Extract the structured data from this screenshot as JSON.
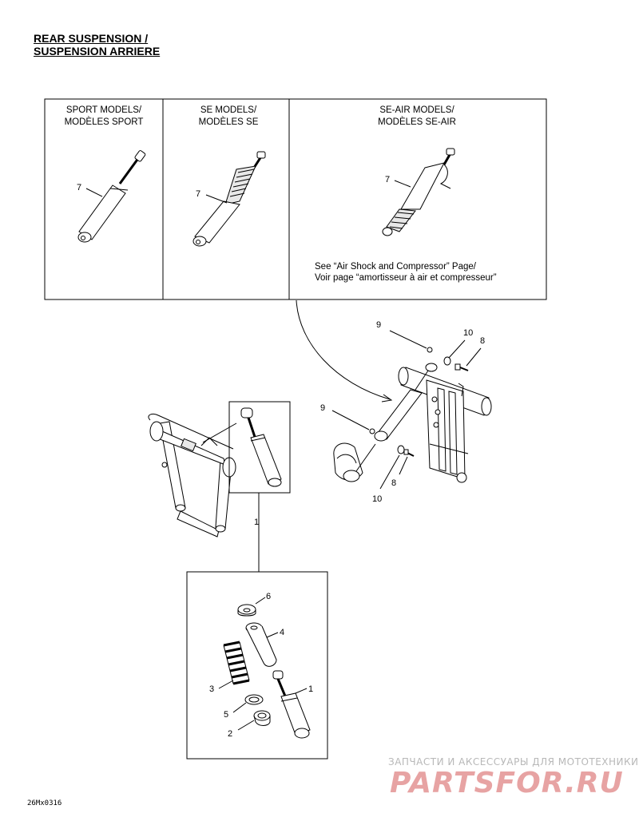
{
  "title": {
    "line1": "REAR SUSPENSION /",
    "line2": "SUSPENSION ARRIERE"
  },
  "panels": [
    {
      "title1": "SPORT MODELS/",
      "title2": "MODÈLES SPORT",
      "callout": "7"
    },
    {
      "title1": "SE MODELS/",
      "title2": "MODÈLES SE",
      "callout": "7"
    },
    {
      "title1": "SE-AIR MODELS/",
      "title2": "MODÈLES SE-AIR",
      "callout": "7",
      "note1": "See “Air Shock and Compressor” Page/",
      "note2": "Voir page “amortisseur à air et compresseur”"
    }
  ],
  "callouts": {
    "c9_top": "9",
    "c10_top": "10",
    "c8_top": "8",
    "c9_mid": "9",
    "c8_low": "8",
    "c10_low": "10",
    "c1_link": "1",
    "c6": "6",
    "c4": "4",
    "c3": "3",
    "c1_shock": "1",
    "c5": "5",
    "c2": "2"
  },
  "watermark": {
    "tagline": "ЗАПЧАСТИ И АКСЕССУАРЫ ДЛЯ МОТОТЕХНИКИ",
    "logo": "PARTSFOR.RU"
  },
  "drawing_code": "26Mx0316"
}
